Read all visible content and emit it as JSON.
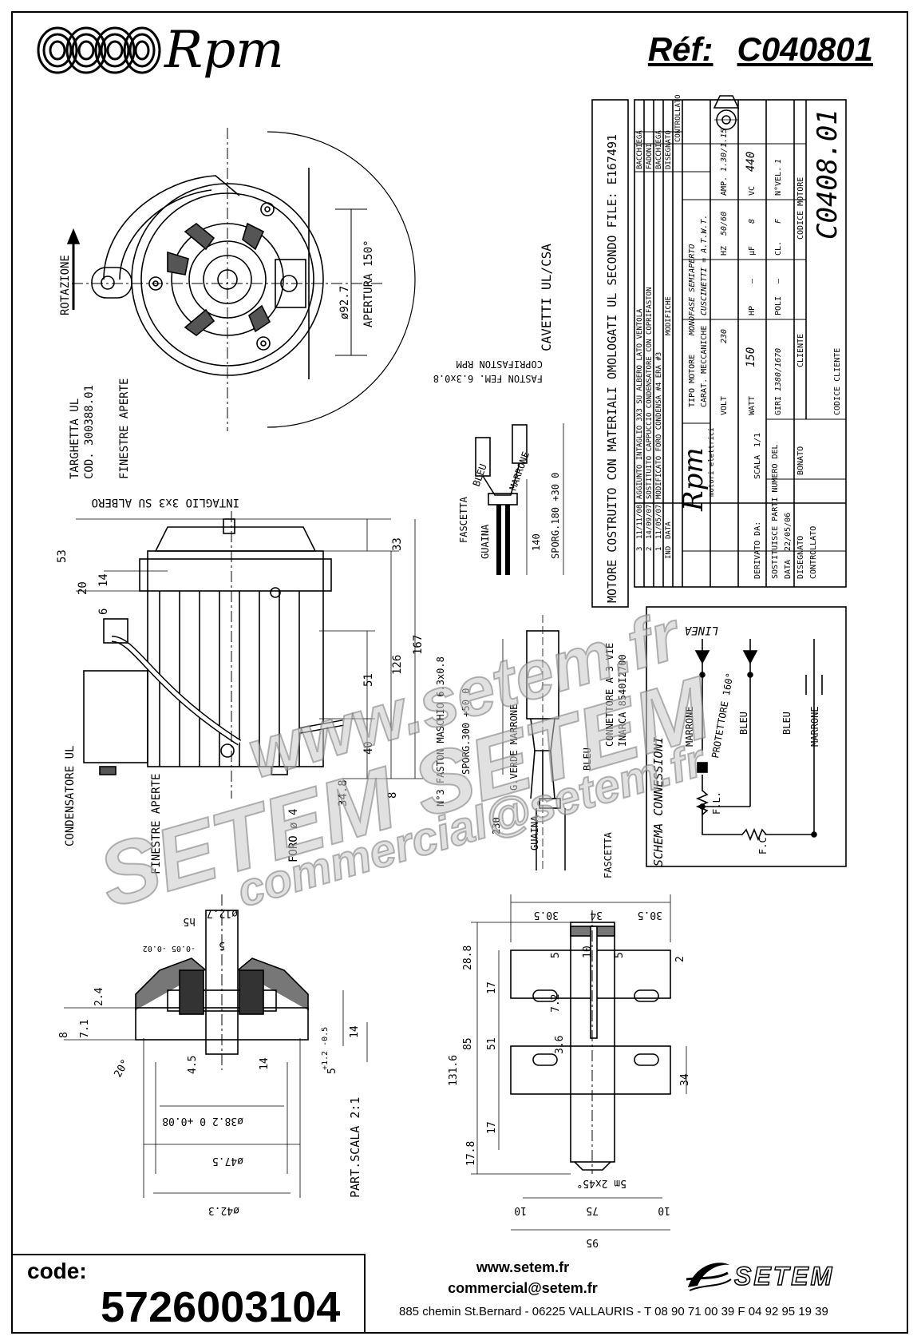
{
  "header": {
    "brand": "Rpm",
    "ref_label": "Réf:",
    "ref_value": "C040801"
  },
  "drawing": {
    "top_view": {
      "rotation_label": "ROTAZIONE",
      "diameter": "ø92.7",
      "aperture": "APERTURA 150°"
    },
    "cables_label": "CAVETTI UL/CSA",
    "ul_note": "MOTORE COSTRUITO CON MATERIALI OMOLOGATI UL SECONDO FILE: E167491",
    "side_view": {
      "labels": [
        "TARGHETTA UL",
        "COD. 300388.01",
        "FINESTRE APERTE",
        "INTAGLIO 3x3 SU ALBERO",
        "CONDENSATORE UL",
        "FINESTRE APERTE",
        "FORO ø 4"
      ],
      "dims": [
        "53",
        "20",
        "14",
        "6",
        "33",
        "126",
        "167",
        "51",
        "40",
        "34.8",
        "8"
      ]
    },
    "cable_details": {
      "labels": [
        "FASTON FEM. 6.3x0.8",
        "COPRIFASTON RPM",
        "BLEU",
        "MARRONE",
        "FASCETTA",
        "GUAINA",
        "140",
        "SPORG.180 +30 0",
        "N°3 FASTON MASCHIO 6.3x0.8",
        "SPORG.300 +50 0",
        "G.VERDE MARRONE",
        "CONNETTORE A 3 VIE",
        "INARCA 8540I2700",
        "BLEU",
        "230",
        "GUAINA",
        "FASCETTA"
      ]
    },
    "schema": {
      "title": "SCHEMA CONNESSIONI",
      "linea": "LINEA",
      "labels": [
        "MARRONE",
        "PROTETTORE 160°",
        "BLEU",
        "BLEU",
        "MARRONE",
        "F.L.",
        "F.C."
      ]
    },
    "title_block": {
      "revisions": [
        {
          "n": "3",
          "date": "11/11/08",
          "desc": "AGGIUNTO INTAGLIO 3X3 SU ALBERO LATO VENTOLA",
          "by": "BACCHIEGA"
        },
        {
          "n": "2",
          "date": "14/09/07",
          "desc": "SOSTITUITO CAPPUCCIO CONDENSATORE CON COPRIFASTON",
          "by": "FADONI"
        },
        {
          "n": "1",
          "date": "11/05/07",
          "desc": "MODIFICATO FORO CONDENSA #4 ERA #3",
          "by": "BACCHIEGA"
        }
      ],
      "headers": {
        "ind": "IND",
        "data": "DATA",
        "modifiche": "MODIFICHE",
        "disegnato": "DISEGNATO",
        "controllato": "CONTROLLATO"
      },
      "company": "Rpm",
      "company_sub": "motori elettrici",
      "derivato": "DERIVATO DA:",
      "sostituisce": "SOSTITUISCE PARTI NUMERO DEL",
      "scala_label": "SCALA",
      "scala_value": "1/1",
      "data_label": "DATA",
      "data_value": "22/05/06",
      "disegnato_label": "DISEGNATO",
      "disegnato_value": "BONATO",
      "controllato_label": "CONTROLLATO",
      "tipo_motore": "TIPO MOTORE",
      "tipo_value": "MONOFASE SEMIAPERTO",
      "carat": "CARAT. MECCANICHE",
      "carat_value": "CUSCINETTI = A.T.W.T.",
      "volt": "VOLT",
      "volt_value": "230",
      "hz": "HZ",
      "hz_value": "50/60",
      "amp": "AMP.",
      "amp_value": "1.30/1.15",
      "watt": "WATT",
      "watt_value": "150",
      "hp": "HP",
      "hp_value": "—",
      "uf": "µF",
      "uf_value": "8",
      "vc": "VC",
      "vc_value": "440",
      "giri": "GIRI",
      "giri_value": "1380/1670",
      "poli": "POLI",
      "poli_value": "—",
      "cl": "CL.",
      "cl_value": "F",
      "nvel": "N°VEL.",
      "nvel_value": "1",
      "cliente": "CLIENTE",
      "codice_cliente": "CODICE CLIENTE",
      "codice_motore": "CODICE MOTORE",
      "codice_motore_value": "C0408.01"
    },
    "shaft_detail": {
      "dims": [
        "ø12.7",
        "h5",
        "-0.05 -0.02",
        "5",
        "2.4",
        "8",
        "7.1",
        "20°",
        "4.5",
        "14",
        "+1.2 -0.5",
        "5",
        "14",
        "ø38.2 0 +0.08",
        "ø42.3",
        "ø47.5"
      ],
      "scale": "PART.SCALA 2:1"
    },
    "bracket_detail": {
      "dims": [
        "30.5",
        "34",
        "30.5",
        "28.8",
        "2",
        "5",
        "10",
        "5",
        "17",
        "7.2",
        "131.6",
        "85",
        "51",
        "3.6",
        "34",
        "17",
        "17.8",
        "5m 2x45°",
        "10",
        "75",
        "10",
        "95"
      ]
    }
  },
  "footer": {
    "code_label": "code:",
    "code_value": "5726003104",
    "website": "www.setem.fr",
    "email": "commercial@setem.fr",
    "address": "885 chemin St.Bernard  -  06225 VALLAURIS  -  T 08 90 71 00 39   F 04 92 95 19 39",
    "setem": "SETEM"
  },
  "watermark": [
    "www.setem.fr",
    "SETEM SETEM",
    "commercial@setem.fr"
  ]
}
